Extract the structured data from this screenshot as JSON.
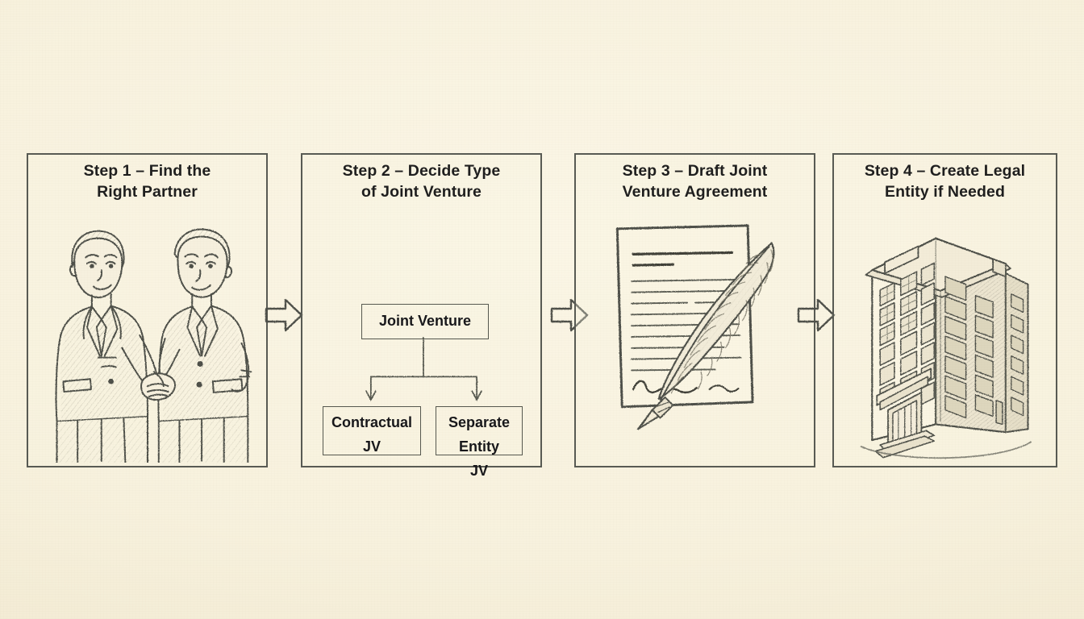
{
  "page": {
    "title": "Joint Venture Setup Process",
    "background_color": "#f7f1dd",
    "ink_color": "#55574e",
    "text_color": "#1e1e1e",
    "style": "hand-drawn pencil sketch infographic"
  },
  "steps": [
    {
      "id": "step-1",
      "title": "Step 1 – Find the\nRight Partner",
      "illustration": "two-businessmen-handshake-illustration"
    },
    {
      "id": "step-2",
      "title": "Step 2 – Decide Type\nof Joint Venture",
      "illustration": "joint-venture-type-flowchart",
      "flowchart": {
        "root": "Joint Venture",
        "branches": [
          "Contractual\nJV",
          "Separate\nEntity\nJV"
        ]
      }
    },
    {
      "id": "step-3",
      "title": "Step 3 – Draft Joint\nVenture Agreement",
      "illustration": "contract-document-with-quill-pen-illustration"
    },
    {
      "id": "step-4",
      "title": "Step 4 – Create Legal\nEntity if Needed",
      "illustration": "office-building-illustration"
    }
  ],
  "connectors": [
    {
      "id": "arrow-1-to-2",
      "label": "right-arrow"
    },
    {
      "id": "arrow-2-to-3",
      "label": "right-arrow"
    },
    {
      "id": "arrow-3-to-4",
      "label": "right-arrow"
    }
  ]
}
